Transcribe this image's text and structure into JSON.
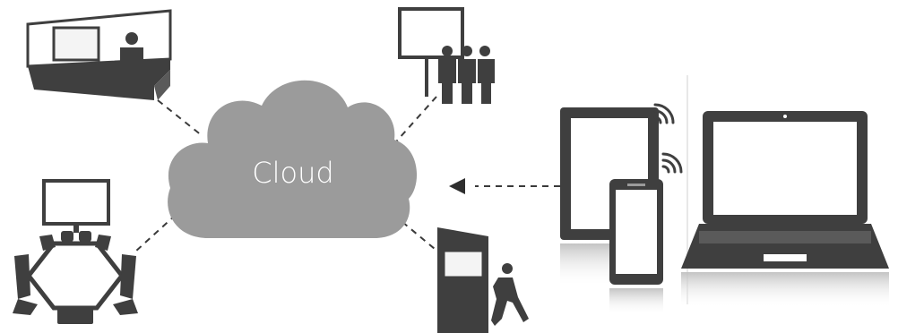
{
  "cloud": {
    "label": "Cloud"
  },
  "colors": {
    "cloud_fill": "#9b9b9b",
    "cloud_text": "#ffffff",
    "icon_dark": "#3f3f3f",
    "icon_mid": "#5a5a5a",
    "screen_light": "#f4f4f4",
    "dash_line": "#3a3a3a"
  },
  "nodes": [
    {
      "id": "presentation-room",
      "icon": "lecture-room-icon"
    },
    {
      "id": "digital-signage",
      "icon": "digital-signage-icon"
    },
    {
      "id": "meeting-room",
      "icon": "conference-room-icon"
    },
    {
      "id": "door-signage",
      "icon": "room-entrance-icon"
    },
    {
      "id": "mobile-devices",
      "icon": "devices-icon"
    }
  ]
}
